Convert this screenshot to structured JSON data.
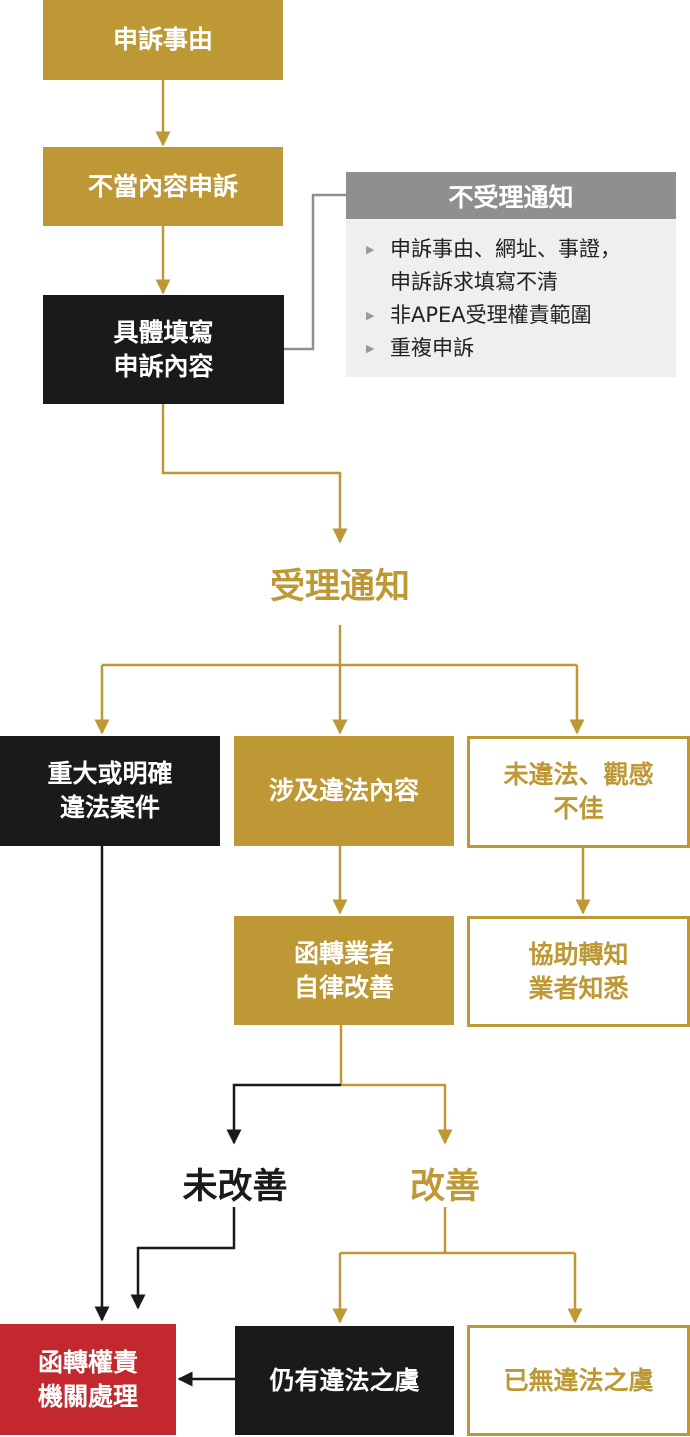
{
  "nodes": {
    "complaint_reason": [
      "申訴事由"
    ],
    "improper_content": [
      "不當內容申訴"
    ],
    "specify_content": [
      "具體填寫",
      "申訴內容"
    ],
    "major_illegal": [
      "重大或明確",
      "違法案件"
    ],
    "involves_illegal": [
      "涉及違法內容"
    ],
    "not_illegal": [
      "未違法、觀感",
      "不佳"
    ],
    "letter_self_regulate": [
      "函轉業者",
      "自律改善"
    ],
    "assist_notify": [
      "協助轉知",
      "業者知悉"
    ],
    "refer_authority": [
      "函轉權責",
      "機關處理"
    ],
    "still_illegal": [
      "仍有違法之虞"
    ],
    "no_longer_illegal": [
      "已無違法之虞"
    ]
  },
  "rejection_panel": {
    "title": "不受理通知",
    "items": [
      [
        "申訴事由、網址、事證，",
        "申訴訴求填寫不清"
      ],
      [
        "非APEA受理權責範圍"
      ],
      [
        "重複申訴"
      ]
    ]
  },
  "labels": {
    "accept_notice": "受理通知",
    "not_improved": "未改善",
    "improved": "改善"
  },
  "colors": {
    "gold": "#bd9834",
    "black": "#1a1a1a",
    "red": "#c3282f",
    "gray": "#8f8f8f",
    "panel_bg": "#efefef"
  }
}
